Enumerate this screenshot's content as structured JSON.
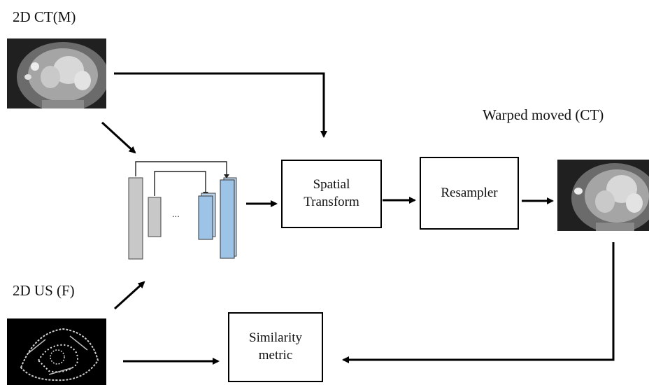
{
  "inputs": {
    "moving_label": "2D CT(M)",
    "fixed_label": "2D US (F)"
  },
  "output": {
    "warped_label": "Warped moved (CT)"
  },
  "blocks": {
    "spatial_transform_line1": "Spatial",
    "spatial_transform_line2": "Transform",
    "resampler": "Resampler",
    "similarity_line1": "Similarity",
    "similarity_line2": "metric"
  },
  "network": {
    "ellipsis": "...",
    "encoder_color": "#c8c8c8",
    "decoder_color": "#9dc3e6"
  }
}
